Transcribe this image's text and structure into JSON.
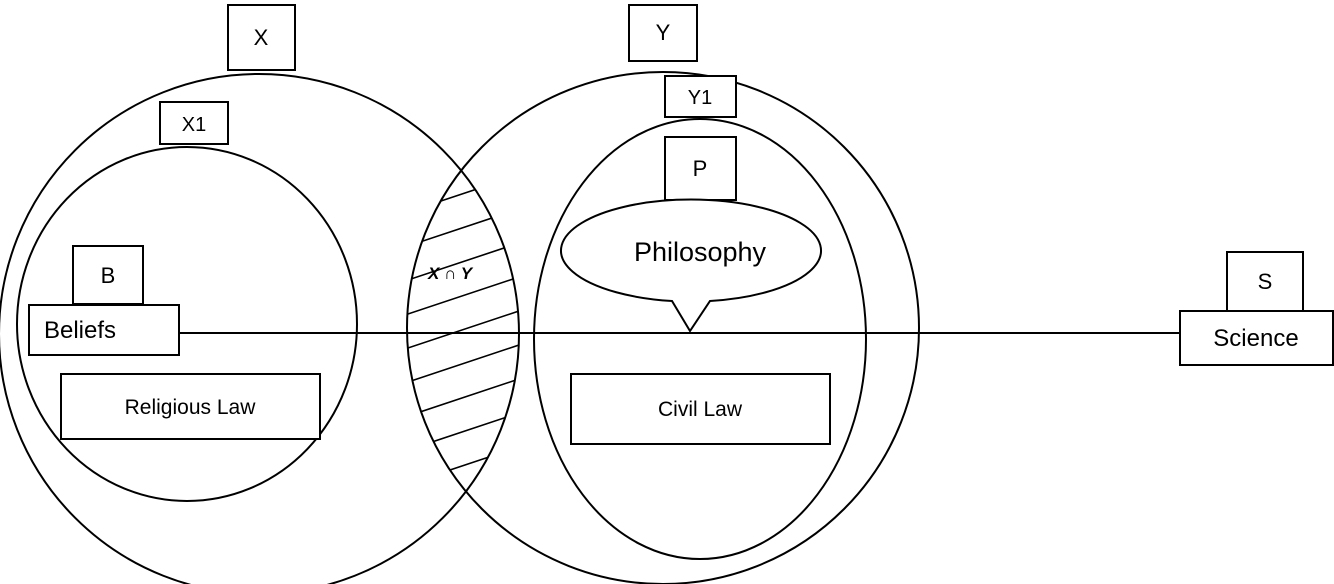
{
  "diagram": {
    "sets": {
      "x": "X",
      "x1": "X1",
      "y": "Y",
      "y1": "Y1"
    },
    "intersection_label": "X ∩ Y",
    "labels": {
      "b": "B",
      "beliefs": "Beliefs",
      "religious_law": "Religious Law",
      "p": "P",
      "philosophy": "Philosophy",
      "civil_law": "Civil Law",
      "s": "S",
      "science": "Science"
    }
  }
}
